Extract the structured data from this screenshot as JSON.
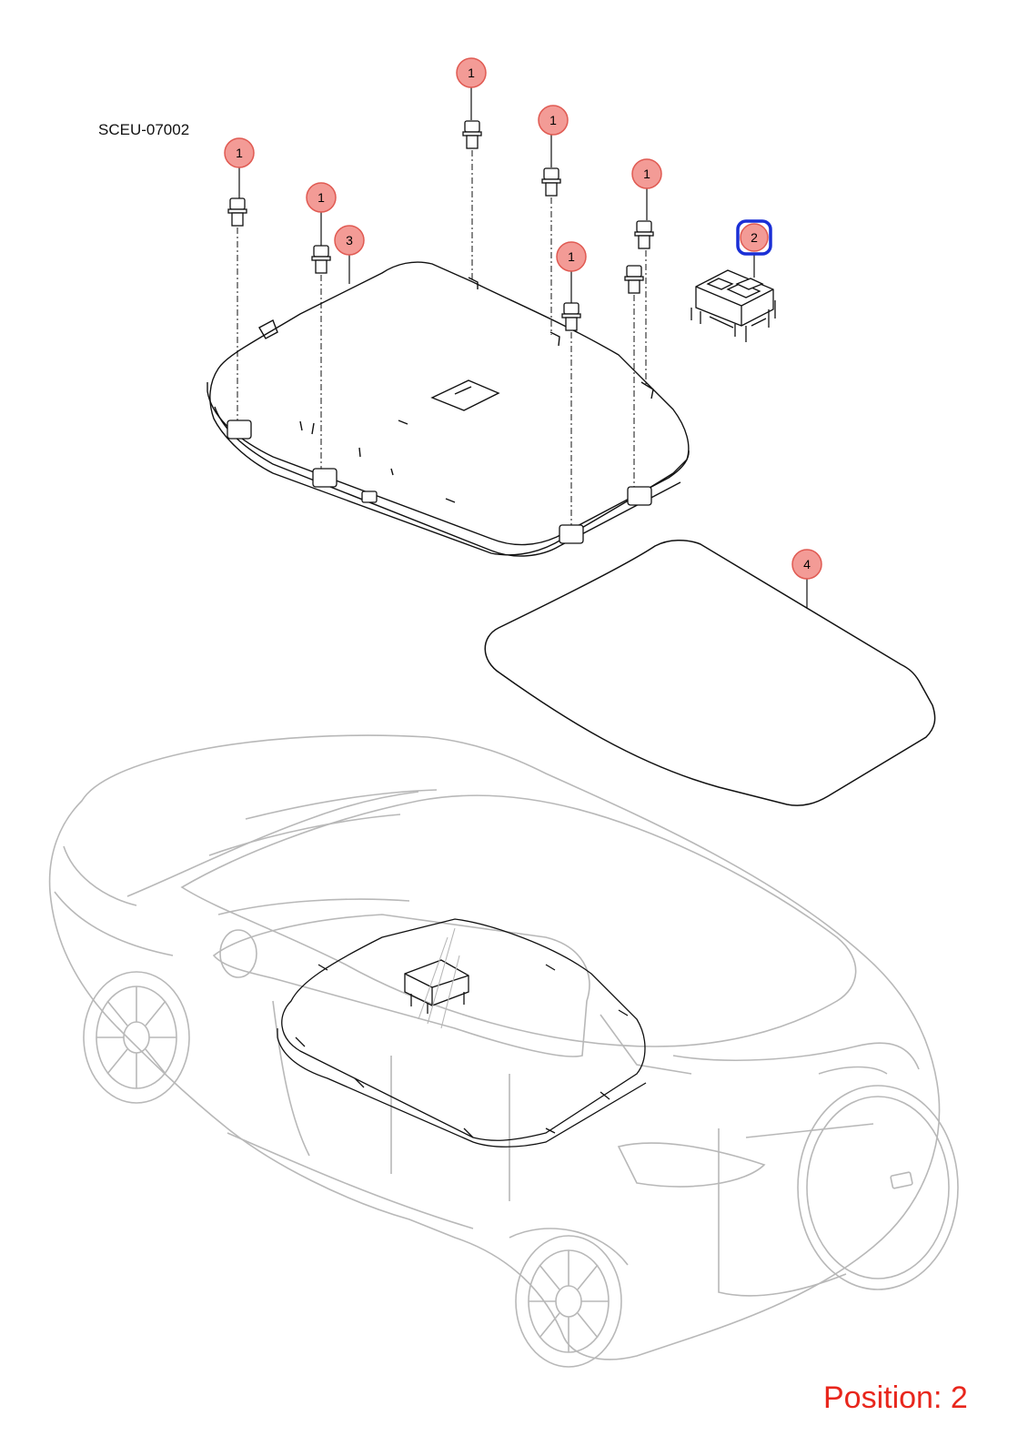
{
  "document": {
    "code": "SCEU-07002",
    "position_label": "Position: 2"
  },
  "callouts": [
    {
      "id": "1a",
      "label": "1"
    },
    {
      "id": "1b",
      "label": "1"
    },
    {
      "id": "1c",
      "label": "1"
    },
    {
      "id": "1d",
      "label": "1"
    },
    {
      "id": "1e",
      "label": "1"
    },
    {
      "id": "1f",
      "label": "1"
    },
    {
      "id": "2",
      "label": "2",
      "selected": true
    },
    {
      "id": "3",
      "label": "3"
    },
    {
      "id": "4",
      "label": "4"
    }
  ],
  "colors": {
    "callout_fill": "#f39b96",
    "callout_stroke": "#e05a52",
    "selected_stroke": "#1a2fd6",
    "position_text": "#e8261c",
    "line_art": "#111111",
    "vehicle_outline": "#b8b8b8"
  }
}
